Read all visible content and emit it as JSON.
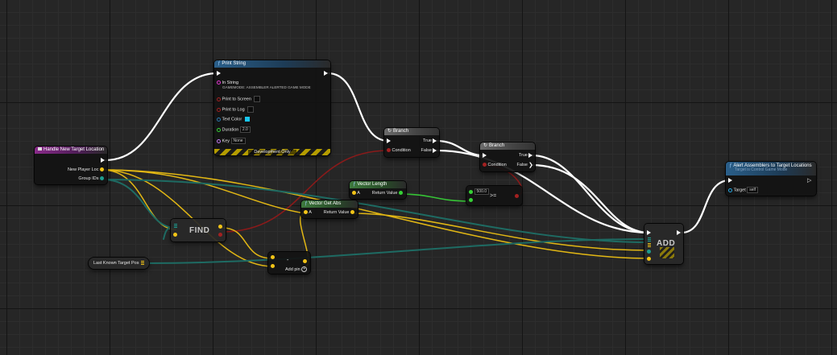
{
  "colors": {
    "exec": "#ffffff",
    "vector": "#f2c417",
    "bool": "#a32121",
    "float": "#36d136",
    "array": "#1e6b63",
    "string": "#e236d0",
    "linear_color": "#2a7ab0",
    "object": "#27a7e0",
    "name": "#c07af0"
  },
  "print_string": {
    "title": "Print String",
    "in_string_label": "In String",
    "in_string_value": "GAMEMODE: ASSEMBLER ALERTED GAME MODE",
    "print_to_screen": "Print to Screen",
    "print_to_log": "Print to Log",
    "text_color": "Text Color",
    "duration_label": "Duration",
    "duration_value": "2.0",
    "key_label": "Key",
    "key_value": "None",
    "dev_only": "Development Only",
    "text_color_swatch": "#18c6f0"
  },
  "event": {
    "title": "Handle New Target Location",
    "new_player_loc": "New Player Loc",
    "group_ids": "Group IDs"
  },
  "branch1": {
    "title": "Branch",
    "condition": "Condition",
    "true_label": "True",
    "false_label": "False"
  },
  "branch2": {
    "title": "Branch",
    "condition": "Condition",
    "true_label": "True",
    "false_label": "False"
  },
  "vector_length": {
    "title": "Vector Length",
    "a": "A",
    "return_value": "Return Value"
  },
  "vector_get_abs": {
    "title": "Vector Get Abs",
    "a": "A",
    "return_value": "Return Value"
  },
  "compare": {
    "value": "500.0",
    "op": ">="
  },
  "find": {
    "title": "FIND"
  },
  "subtract": {
    "op": "-",
    "add_pin": "Add pin"
  },
  "last_known": {
    "label": "Last Known Target Pos"
  },
  "add": {
    "title": "ADD"
  },
  "alert": {
    "title": "Alert Assemblers to Target Locations",
    "subtitle": "Target is Control Game Mode",
    "target_label": "Target",
    "target_value": "self"
  }
}
